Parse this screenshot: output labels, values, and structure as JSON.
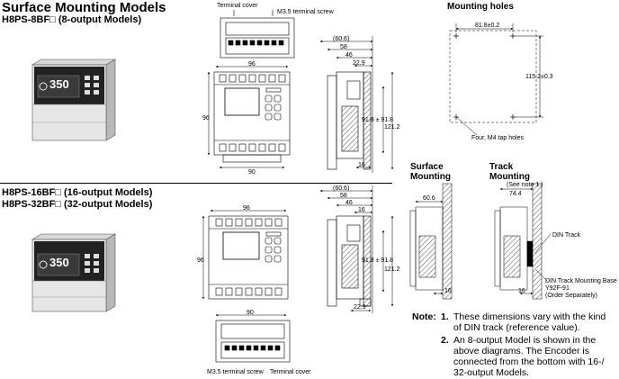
{
  "titles": {
    "main": "Surface Mounting Models",
    "model_8": "H8PS-8BF□ (8-output Models)",
    "model_16": "H8PS-16BF□ (16-output Models)",
    "model_32": "H8PS-32BF□ (32-output Models)"
  },
  "labels": {
    "terminal_cover_top": "Terminal cover",
    "m35_screw_top": "M3.5 terminal screw",
    "m35_screw_bottom": "M3.5 terminal screw",
    "terminal_cover_bottom": "Terminal cover",
    "display_value": "350",
    "mounting_holes": "Mounting holes",
    "tap_holes": "Four, M4 tap holes",
    "surface_mounting": "Surface\nMounting",
    "track_mounting": "Track\nMounting",
    "din_track": "DIN Track",
    "din_base_1": "DIN Track Mounting Base",
    "din_base_2": "Y92F-91",
    "din_base_3": "(Order Separately)",
    "see_note": "(See note 1.)"
  },
  "dimensions": {
    "d96_top": "96",
    "d96_side": "96",
    "d90": "90",
    "d60_6": "(60.6)",
    "d58": "58",
    "d46": "46",
    "d22_9": "22.9",
    "d91_8": "91.8 ± 91.8",
    "d121_2": "121.2",
    "d16": "16",
    "d96_top_b": "96",
    "d96_side_b": "96",
    "d90_b": "90",
    "d60_6_b": "(60.6)",
    "d58_b": "58",
    "d46_b": "46",
    "d16_b": "16",
    "d91_8_b": "91.8 ± 91.8",
    "d121_2_b": "121.2",
    "d22_9_b": "22.9",
    "hole_w": "81.8±0.2",
    "hole_h": "115.2±0.3",
    "sm_60_6": "60.6",
    "sm_16": "16",
    "tr_74_4": "74.4",
    "tr_16": "16"
  },
  "notes": {
    "prefix": "Note:",
    "n1_num": "1.",
    "n1_text": "These dimensions vary with the kind of DIN track (reference value).",
    "n2_num": "2.",
    "n2_text": "An 8-output Model is shown in the above diagrams. The Encoder is connected from the bottom with 16-/ 32-output Models."
  }
}
